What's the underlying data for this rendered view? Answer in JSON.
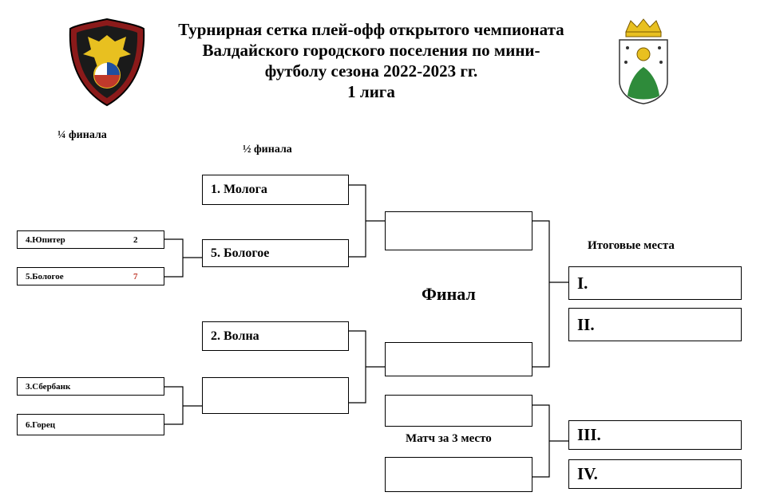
{
  "title": {
    "line1": "Турнирная сетка плей-офф открытого чемпионата",
    "line2": "Валдайского городского поселения по мини-",
    "line3": "футболу сезона 2022-2023 гг.",
    "line4": "1 лига"
  },
  "headers": {
    "quarterfinal": "¼ финала",
    "semifinal": "½ финала",
    "final": "Финал",
    "standings": "Итоговые места",
    "third_place": "Матч за 3 место"
  },
  "quarterfinals": [
    {
      "team": "4.Юпитер",
      "score": "2"
    },
    {
      "team": "5.Бологое",
      "score": "7"
    },
    {
      "team": "3.Сбербанк",
      "score": ""
    },
    {
      "team": "6.Горец",
      "score": ""
    }
  ],
  "semifinals": [
    {
      "team": "1. Молога"
    },
    {
      "team": "5. Бологое"
    },
    {
      "team": "2. Волна"
    },
    {
      "team": ""
    }
  ],
  "final_slots": [
    {
      "team": ""
    },
    {
      "team": ""
    }
  ],
  "third_place_slots": [
    {
      "team": ""
    },
    {
      "team": ""
    }
  ],
  "places": [
    "I.",
    "II.",
    "III.",
    "IV."
  ],
  "colors": {
    "winner_score": "#c0392b",
    "line": "#000000",
    "logo_red": "#8b1a1a",
    "logo_green": "#2e8b3a",
    "logo_gold": "#e8c020"
  }
}
